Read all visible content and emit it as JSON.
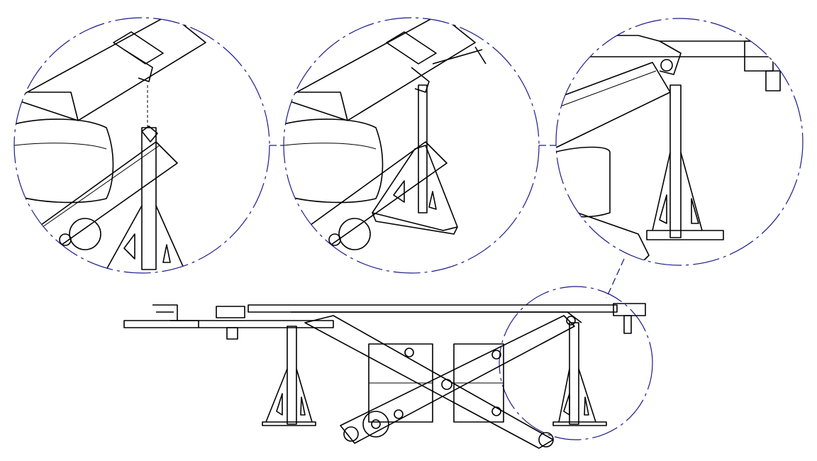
{
  "drawing": {
    "line_color": "#000000",
    "callout_color": "#1c1c8a",
    "icons": [
      "scissor-lift-side-view",
      "detail-view-stand-insertion",
      "detail-view-stand-placed",
      "detail-view-stand-supporting"
    ]
  }
}
